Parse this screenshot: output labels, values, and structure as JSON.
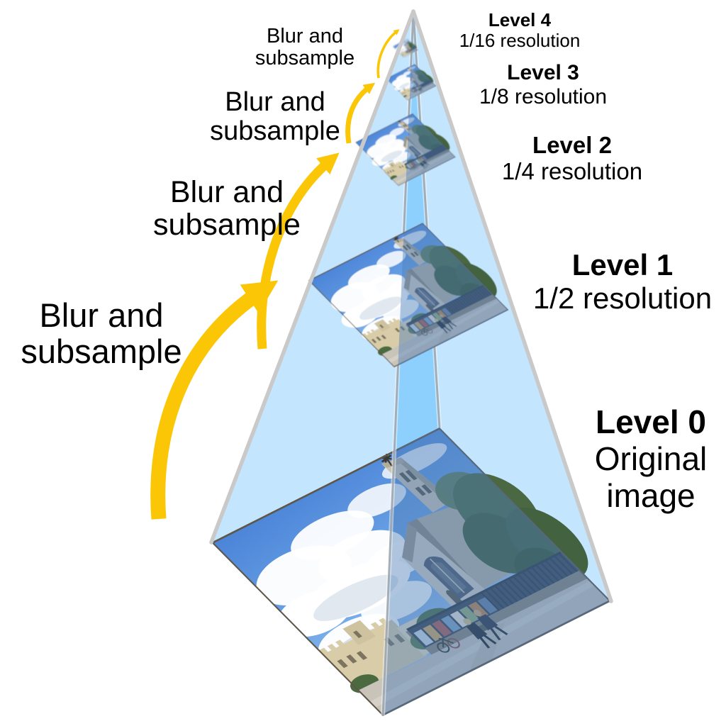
{
  "diagram": {
    "type": "image-pyramid",
    "levels": [
      {
        "id": "level-4",
        "title": "Level 4",
        "subtitle": "1/16 resolution"
      },
      {
        "id": "level-3",
        "title": "Level 3",
        "subtitle": "1/8 resolution"
      },
      {
        "id": "level-2",
        "title": "Level 2",
        "subtitle": "1/4 resolution"
      },
      {
        "id": "level-1",
        "title": "Level 1",
        "subtitle": "1/2 resolution"
      },
      {
        "id": "level-0",
        "title": "Level 0",
        "subtitle": "Original image"
      }
    ],
    "operations": [
      {
        "line1": "Blur and",
        "line2": "subsample"
      },
      {
        "line1": "Blur and",
        "line2": "subsample"
      },
      {
        "line1": "Blur and",
        "line2": "subsample"
      },
      {
        "line1": "Blur and",
        "line2": "subsample"
      }
    ],
    "colors": {
      "arrow": "#FAC605",
      "pyramid_face": "#C3E5FD",
      "pyramid_band": "#8ED0FD",
      "pyramid_edge": "#C9C9C9",
      "inner_edge": "#99A2AC",
      "image_tint": "#4D7FB8",
      "text": "#000000"
    }
  }
}
